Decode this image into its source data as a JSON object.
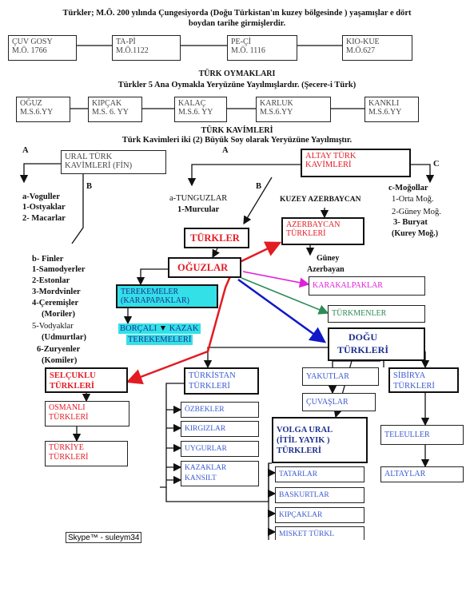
{
  "header": {
    "line1": "Türkler;  M.Ö. 200 yılında Çungesiyorda (Doğu Türkistan'ın kuzey bölgesinde ) yaşamışlar e dört",
    "line2": "boydan tarihe girmişlerdir."
  },
  "four_clans": [
    {
      "name": "ÇUV GOSY",
      "date": "M.Ö. 1766"
    },
    {
      "name": "TA-Pİ",
      "date": "M.Ö.1122"
    },
    {
      "name": "PE-Çİ",
      "date": "M.Ö. 1116"
    },
    {
      "name": "KIO-KUE",
      "date": "M.Ö.627"
    }
  ],
  "oymak": {
    "title": "TÜRK OYMAKLARI",
    "subtitle": "Türkler 5 Ana Oymakla Yeryüzüne Yayılmışlardır. (Şecere-i Türk)",
    "items": [
      {
        "name": "OĞUZ",
        "date": "M.S.6.YY"
      },
      {
        "name": "KIPÇAK",
        "date": "M.S. 6. YY"
      },
      {
        "name": "KALAÇ",
        "date": "M.S.6. YY"
      },
      {
        "name": "KARLUK",
        "date": "M.S.6.YY"
      },
      {
        "name": "KANKLI",
        "date": "M.S.6.YY"
      }
    ]
  },
  "kavim": {
    "title": "TÜRK KAVİMLERİ",
    "subtitle": "Türk Kavimleri iki (2) Büyük Soy olarak Yeryüzüne Yayılmıştır."
  },
  "letters": {
    "a1": "A",
    "b1": "B",
    "a2": "A",
    "b2": "B",
    "c": "C"
  },
  "ural_box": {
    "l1": "URAL TÜRK",
    "l2": "KAVİMLERİ  (FİN)"
  },
  "ural_a": [
    "a-Voguller",
    "1-Ostyaklar",
    "2-  Macarlar"
  ],
  "ural_b": [
    "b-  Finler",
    "1-Samodyerler",
    "2-Estonlar",
    "3-Mordvinler",
    "4-Çeremişler",
    "(Moriler)",
    "5-Vodyaklar",
    "(Udmurtlar)",
    "6-Zuryenler",
    "(Komiler)"
  ],
  "altay_box": {
    "l1": "ALTAY TÜRK",
    "l2": "KAVİMLERİ"
  },
  "tunguz": [
    "a-TUNGUZLAR",
    "1-Murcular"
  ],
  "mogol": [
    "c-Moğollar",
    "1-Orta Moğ.",
    "2-Güney Moğ.",
    "3-  Buryat",
    "(Kurey Moğ.)"
  ],
  "kuzey_az": "KUZEY AZERBAYCAN",
  "az_box": {
    "l1": "AZERBAYCAN",
    "l2": "TÜRKLERİ"
  },
  "guney_az": [
    "Güney",
    "Azerbayan"
  ],
  "turkler": "TÜRKLER",
  "oguzlar": "OĞUZLAR",
  "terekeme": {
    "l1": "TEREKEMELER",
    "l2": "(KARAPAPAKLAR)"
  },
  "borcali": {
    "l1": "BORÇALI",
    "arrow": "▼",
    "l2": "KAZAK",
    "l3": "TEREKEMELERİ"
  },
  "karakalpak": "KARAKALPAKLAR",
  "turkmen": "TÜRKMENLER",
  "dogu": {
    "l1": "DOĞU",
    "l2": "TÜRKLERİ"
  },
  "selcuklu": {
    "l1": "SELÇUKLU",
    "l2": "TÜRKLERİ"
  },
  "osmanli": {
    "l1": "OSMANLI",
    "l2": "TÜRKLERİ"
  },
  "turkiye": {
    "l1": "TÜRKİYE",
    "l2": "TÜRKLERİ"
  },
  "turkistan": {
    "l1": "TÜRKİSTAN",
    "l2": "TÜRKLERİ"
  },
  "turkistan_children": [
    "ÖZBEKLER",
    "KIRGIZLAR",
    "UYGURLAR",
    "KAZAKLAR",
    "KANSILT"
  ],
  "yakut": "YAKUTLAR",
  "cuvas": "ÇUVAŞLAR",
  "sibirya": {
    "l1": "SİBİRYA",
    "l2": "TÜRKLERİ"
  },
  "teleut": "TELEULLER",
  "altaylar": "ALTAYLAR",
  "volga": {
    "l1": "VOLGA URAL",
    "l2": "(İTİL YAYIK )",
    "l3": "TÜRKLERİ"
  },
  "volga_children": [
    "TATARLAR",
    "BASKURTLAR",
    "KIPÇAKLAR",
    "MISKET TÜRKL"
  ],
  "skype": "Skype™ - suleym34",
  "colors": {
    "red": "#e31b23",
    "blue": "#3b5bd0",
    "navy": "#1d2f8f",
    "cyan": "#33e0e8",
    "magenta": "#e11fd8",
    "green": "#2e8b57",
    "arrow_blue": "#1018c8"
  }
}
